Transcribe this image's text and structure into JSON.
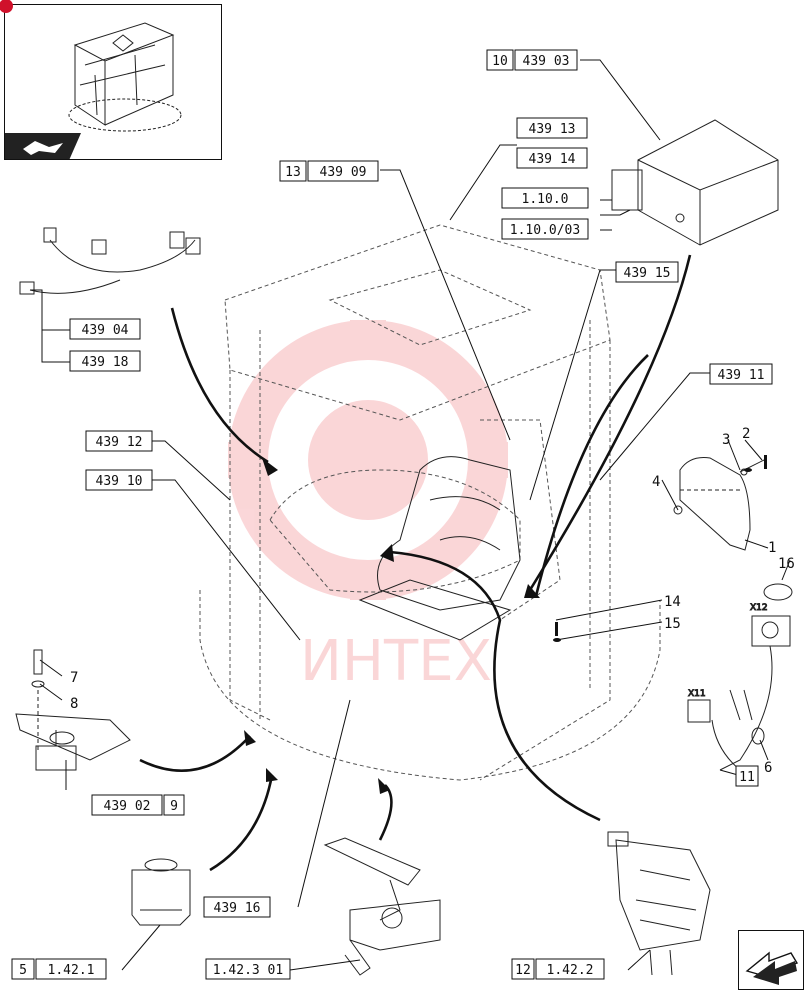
{
  "references": [
    {
      "id": "ref-10-439-03",
      "cells": [
        "10",
        "439 03"
      ]
    },
    {
      "id": "ref-439-13",
      "cells": [
        "439 13"
      ]
    },
    {
      "id": "ref-439-14",
      "cells": [
        "439 14"
      ]
    },
    {
      "id": "ref-13-439-09",
      "cells": [
        "13",
        "439 09"
      ]
    },
    {
      "id": "ref-1-10-0",
      "cells": [
        "1.10.0"
      ]
    },
    {
      "id": "ref-1-10-0-03",
      "cells": [
        "1.10.0/03"
      ]
    },
    {
      "id": "ref-439-15",
      "cells": [
        "439 15"
      ]
    },
    {
      "id": "ref-439-04",
      "cells": [
        "439 04"
      ]
    },
    {
      "id": "ref-439-18",
      "cells": [
        "439 18"
      ]
    },
    {
      "id": "ref-439-11",
      "cells": [
        "439 11"
      ]
    },
    {
      "id": "ref-439-12",
      "cells": [
        "439 12"
      ]
    },
    {
      "id": "ref-439-10",
      "cells": [
        "439 10"
      ]
    },
    {
      "id": "ref-439-02-9",
      "cells": [
        "439 02",
        "9"
      ]
    },
    {
      "id": "ref-439-16",
      "cells": [
        "439 16"
      ]
    },
    {
      "id": "ref-5-1-42-1",
      "cells": [
        "5",
        "1.42.1"
      ]
    },
    {
      "id": "ref-1-42-3-01",
      "cells": [
        "1.42.3 01"
      ]
    },
    {
      "id": "ref-12-1-42-2",
      "cells": [
        "12",
        "1.42.2"
      ]
    },
    {
      "id": "ref-11",
      "cells": [
        "11"
      ]
    }
  ],
  "callouts": [
    "1",
    "2",
    "3",
    "4",
    "6",
    "7",
    "8",
    "14",
    "15",
    "16"
  ],
  "connector_labels": {
    "x12": "X12",
    "x11": "X11"
  },
  "watermark_text": "ИНТЕХ",
  "colors": {
    "line": "#111111",
    "dashed": "#555555",
    "watermark": "#e8202a"
  }
}
